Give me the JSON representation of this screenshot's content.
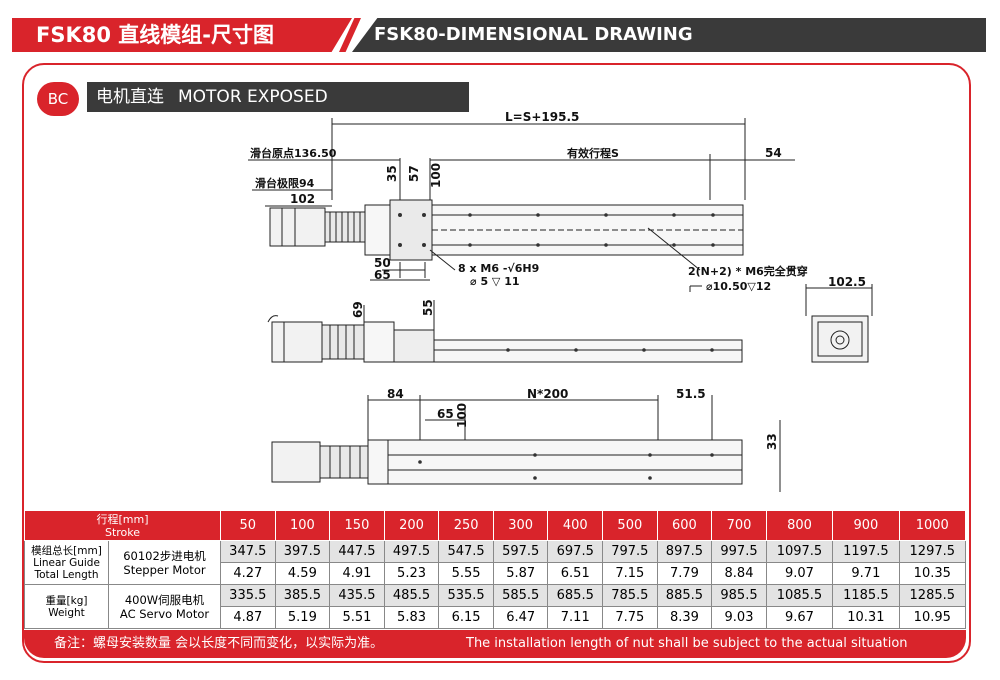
{
  "header": {
    "title_cn": "FSK80 直线模组-尺寸图",
    "title_en": "FSK80-DIMENSIONAL DRAWING"
  },
  "section": {
    "badge": "BC",
    "label_cn": "电机直连",
    "label_en": "MOTOR EXPOSED"
  },
  "drawing": {
    "total_length": "L=S+195.5",
    "slider_origin": "滑台原点136.50",
    "slider_limit": "滑台极限94",
    "effective_stroke": "有效行程S",
    "dim_54": "54",
    "dim_102": "102",
    "dim_35": "35",
    "dim_57": "57",
    "dim_100a": "100",
    "dim_50": "50",
    "dim_65a": "65",
    "screw_note": "8 x  M6 -√6H9",
    "screw_depth": "⌀ 5 ▽ 11",
    "mount_note": "2(N+2) * M6完全贯穿",
    "mount_depth": "⌀10.50▽12",
    "dim_102_5": "102.5",
    "dim_69": "69",
    "dim_55": "55",
    "dim_84": "84",
    "dim_n200": "N*200",
    "dim_51_5": "51.5",
    "dim_65b": "65",
    "dim_100b": "100",
    "dim_33": "33"
  },
  "table": {
    "stroke_header_cn": "行程[mm]",
    "stroke_header_en": "Stroke",
    "strokes": [
      "50",
      "100",
      "150",
      "200",
      "250",
      "300",
      "400",
      "500",
      "600",
      "700",
      "800",
      "900",
      "1000"
    ],
    "length_head_cn": "模组总长[mm]",
    "length_head_en1": "Linear Guide",
    "length_head_en2": "Total Length",
    "weight_head_cn": "重量[kg]",
    "weight_head_en": "Weight",
    "stepper_cn": "60102步进电机",
    "stepper_en": "Stepper Motor",
    "servo_cn": "400W伺服电机",
    "servo_en": "AC Servo Motor",
    "stepper_length": [
      "347.5",
      "397.5",
      "447.5",
      "497.5",
      "547.5",
      "597.5",
      "697.5",
      "797.5",
      "897.5",
      "997.5",
      "1097.5",
      "1197.5",
      "1297.5"
    ],
    "stepper_weight": [
      "4.27",
      "4.59",
      "4.91",
      "5.23",
      "5.55",
      "5.87",
      "6.51",
      "7.15",
      "7.79",
      "8.84",
      "9.07",
      "9.71",
      "10.35"
    ],
    "servo_length": [
      "335.5",
      "385.5",
      "435.5",
      "485.5",
      "535.5",
      "585.5",
      "685.5",
      "785.5",
      "885.5",
      "985.5",
      "1085.5",
      "1185.5",
      "1285.5"
    ],
    "servo_weight": [
      "4.87",
      "5.19",
      "5.51",
      "5.83",
      "6.15",
      "6.47",
      "7.11",
      "7.75",
      "8.39",
      "9.03",
      "9.67",
      "10.31",
      "10.95"
    ]
  },
  "note": {
    "cn": "备注：螺母安装数量 会以长度不同而变化，以实际为准。",
    "en": "The installation length of nut shall be subject to the actual situation"
  },
  "colors": {
    "accent": "#d9242b",
    "dark": "#3a3a3a",
    "shade": "#e3e3e3"
  }
}
